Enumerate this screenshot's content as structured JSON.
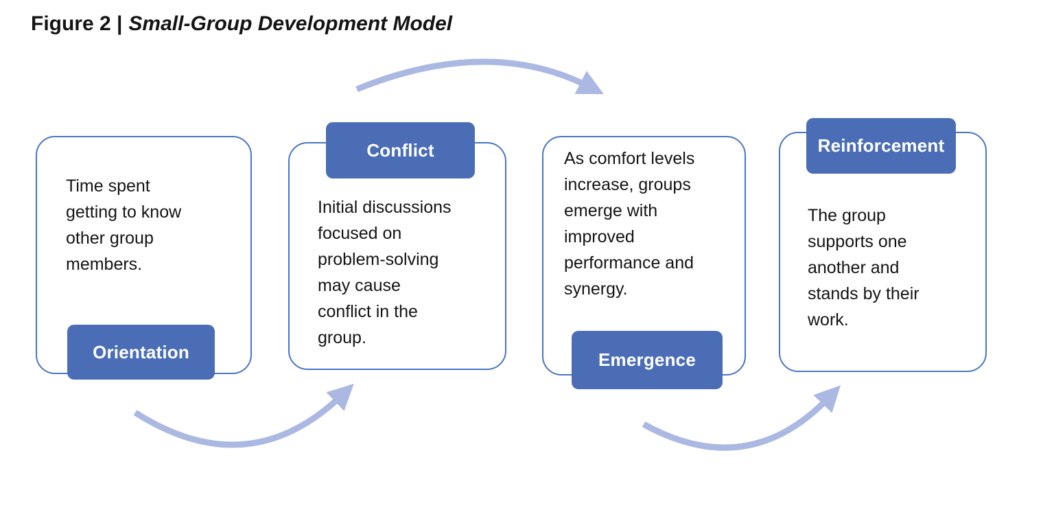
{
  "title": {
    "bold": "Figure 2 |",
    "italic": "Small-Group Development Model"
  },
  "stages": [
    {
      "name": "Orientation",
      "description": "Time spent\ngetting to know\nother group\nmembers.",
      "label_position": "bottom"
    },
    {
      "name": "Conflict",
      "description": "Initial discussions\nfocused on\nproblem-solving\nmay cause\nconflict in the\ngroup.",
      "label_position": "top"
    },
    {
      "name": "Emergence",
      "description": "As comfort levels\nincrease, groups\nemerge with\nimproved\nperformance and\nsynergy.",
      "label_position": "bottom"
    },
    {
      "name": "Reinforcement",
      "description": "The group\nsupports one\nanother and\nstands by their\nwork.",
      "label_position": "top"
    }
  ],
  "arrows": [
    {
      "from": "Orientation",
      "to": "Conflict",
      "arc": "bottom"
    },
    {
      "from": "Conflict",
      "to": "Emergence",
      "arc": "top"
    },
    {
      "from": "Emergence",
      "to": "Reinforcement",
      "arc": "bottom"
    }
  ],
  "colors": {
    "label_fill": "#4a6db6",
    "box_border": "#4a74c4",
    "arrow": "#aab8e2",
    "body_text": "#141414",
    "label_text": "#ffffff",
    "background": "#ffffff"
  }
}
